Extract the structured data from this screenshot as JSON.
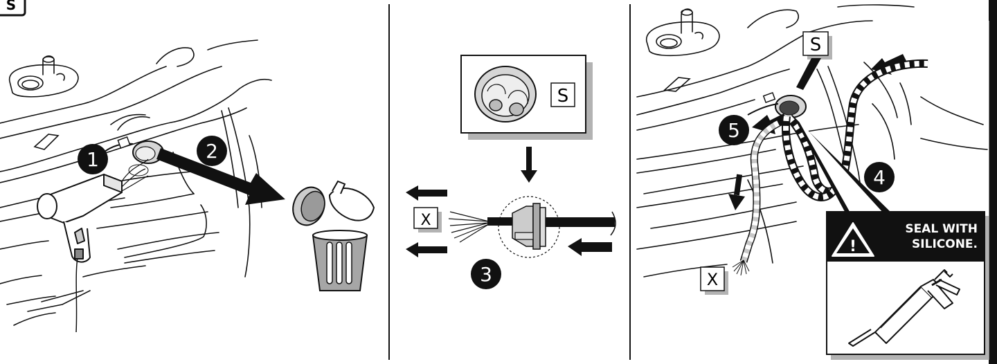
{
  "corner_tab": "S",
  "steps": [
    {
      "number": "1"
    },
    {
      "number": "2"
    },
    {
      "number": "3"
    },
    {
      "number": "4"
    },
    {
      "number": "5"
    }
  ],
  "labels": {
    "seal_label_middle": "S",
    "seal_label_right": "S",
    "cable_label_middle": "X",
    "cable_label_right": "X"
  },
  "warning": {
    "line1": "SEAL WITH",
    "line2": "SILICONE."
  },
  "icons": [
    "heat-gun-icon",
    "trash-can-icon",
    "grommet-icon",
    "caulk-gun-icon",
    "warning-triangle-icon"
  ],
  "colors": {
    "ink": "#111111",
    "panel_shadow": "#b3b3b3",
    "grommet_fill": "#d6d6d6",
    "hatch_gray": "#c8c8c8"
  }
}
